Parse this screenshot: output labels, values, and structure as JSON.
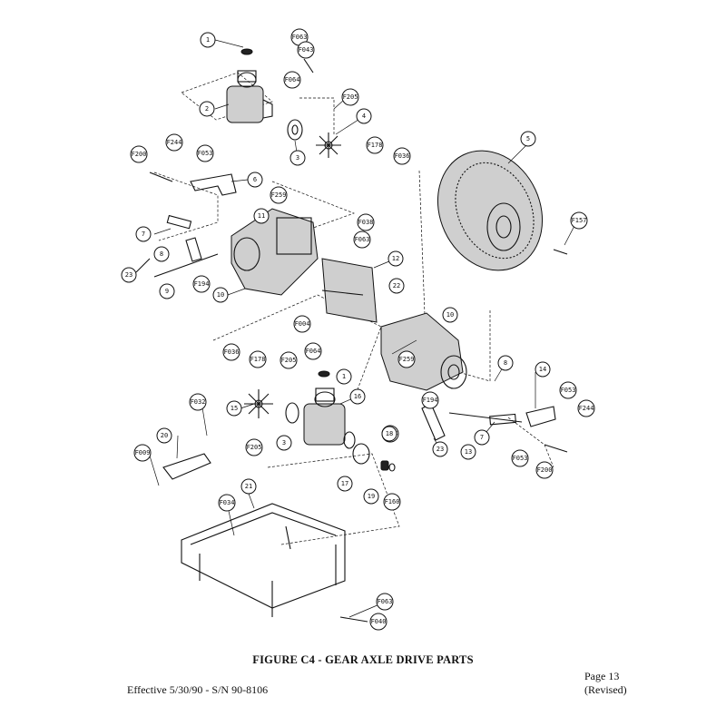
{
  "caption": "FIGURE C4 - GEAR AXLE DRIVE PARTS",
  "footer": {
    "effective": "Effective 5/30/90 - S/N 90-8106",
    "page": "Page 13",
    "revised": "(Revised)"
  },
  "callouts": [
    "1",
    "F063",
    "F043",
    "F064",
    "2",
    "F205",
    "4",
    "3",
    "F178",
    "F036",
    "5",
    "F200",
    "F244",
    "F053",
    "6",
    "F259",
    "11",
    "F038",
    "F063",
    "F157",
    "7",
    "8",
    "23",
    "9",
    "F194",
    "10",
    "12",
    "22",
    "F004",
    "10",
    "F036",
    "F178",
    "F205",
    "F064",
    "1",
    "F259",
    "8",
    "14",
    "F053",
    "F244",
    "15",
    "16",
    "F194",
    "F064",
    "3",
    "F032",
    "20",
    "F205",
    "18",
    "23",
    "13",
    "7",
    "F009",
    "17",
    "19",
    "F160",
    "F053",
    "F200",
    "21",
    "F034",
    "F063",
    "F040"
  ]
}
